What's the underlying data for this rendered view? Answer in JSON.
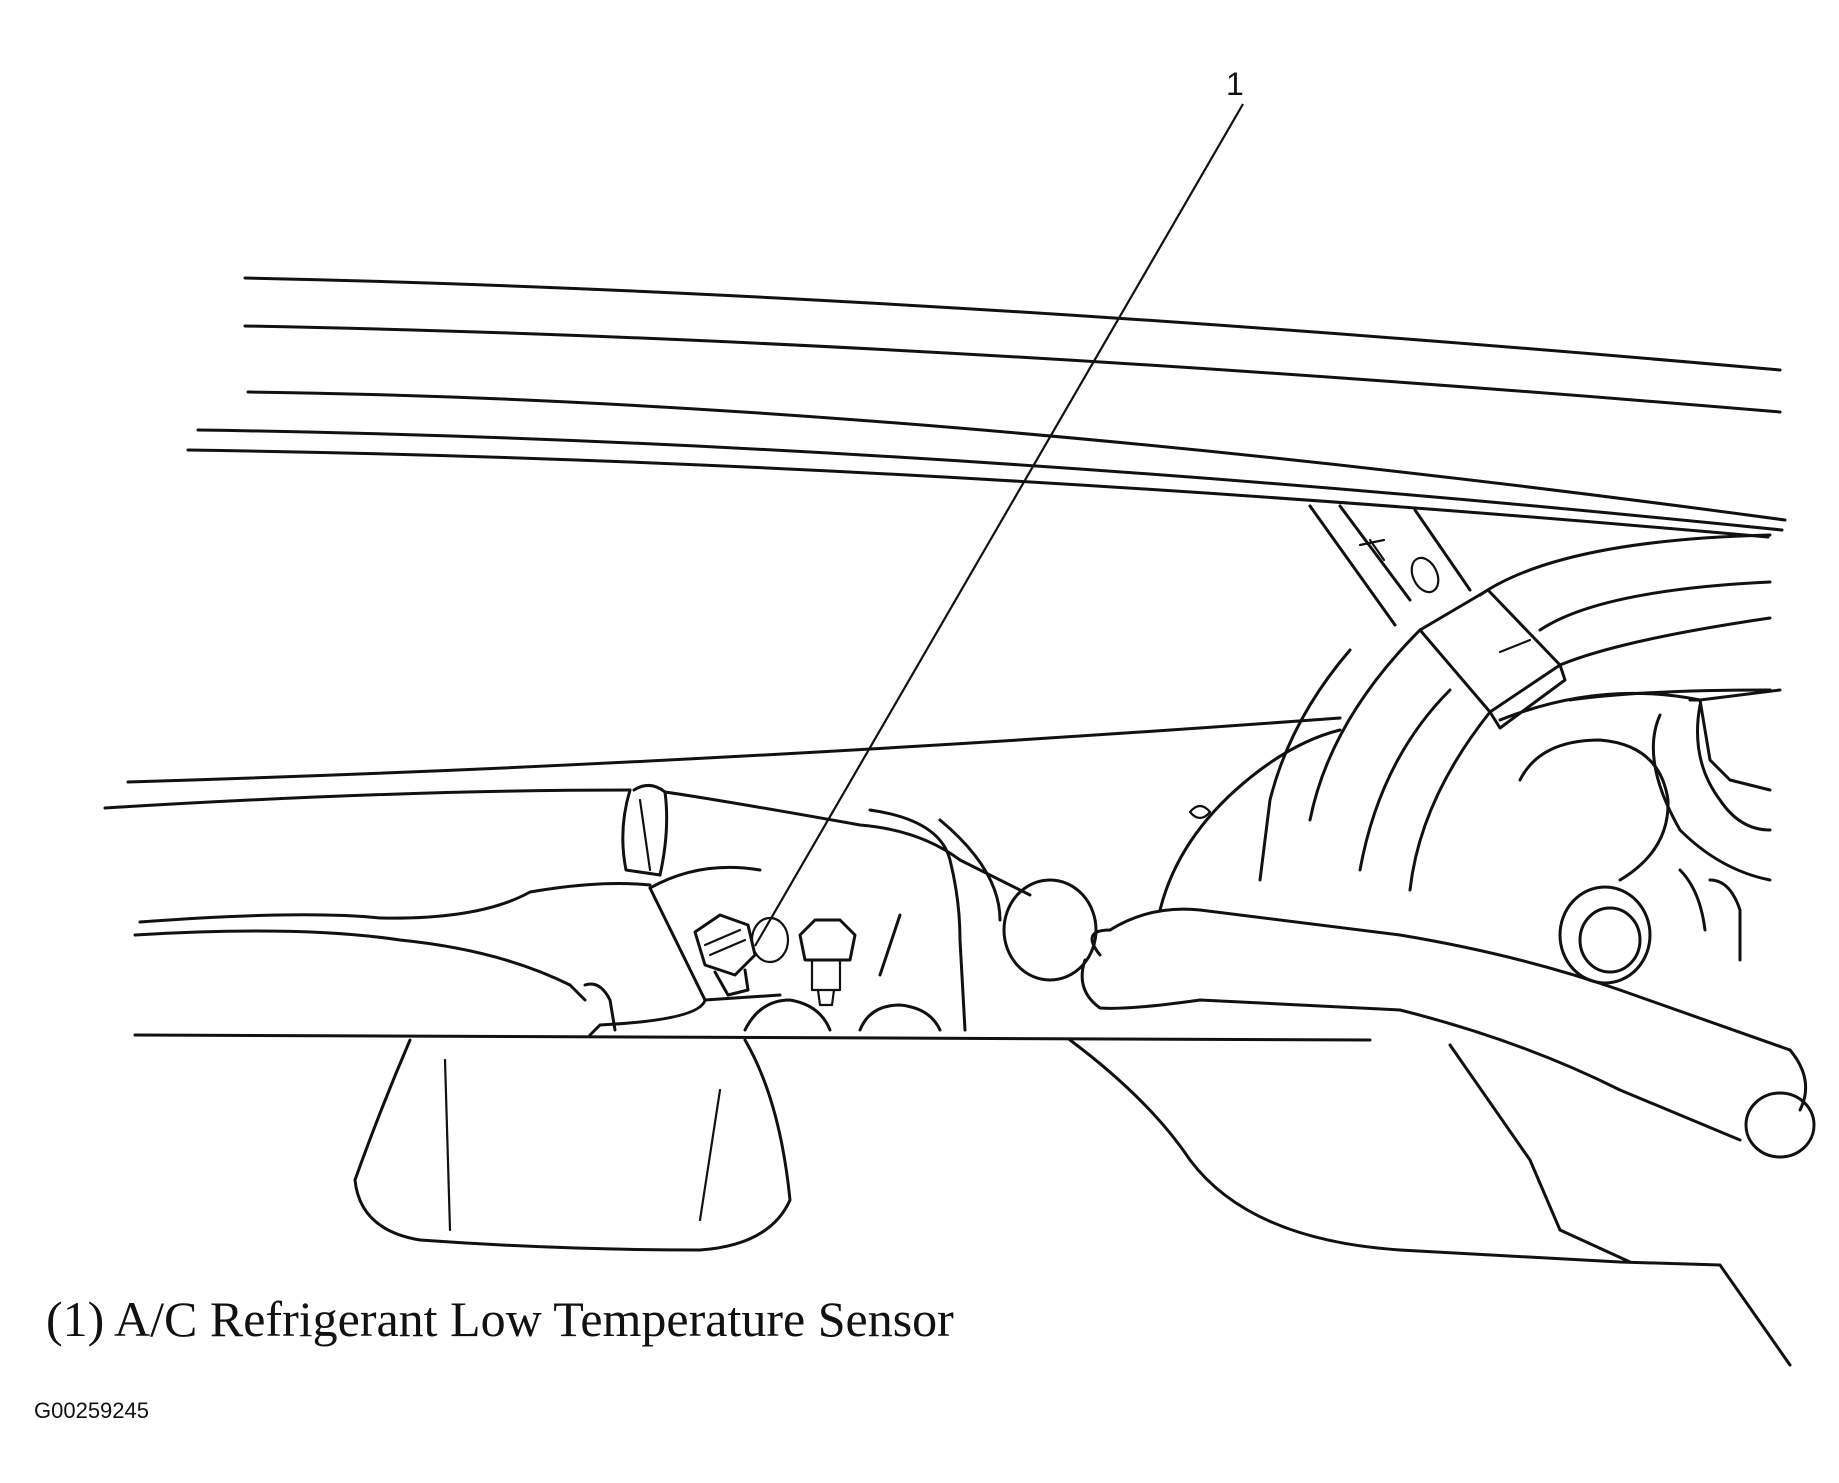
{
  "callout": {
    "number": "1"
  },
  "caption": {
    "text": "(1) A/C Refrigerant Low Temperature Sensor"
  },
  "figure_id": "G00259245",
  "colors": {
    "line": "#111111",
    "background": "#ffffff"
  }
}
